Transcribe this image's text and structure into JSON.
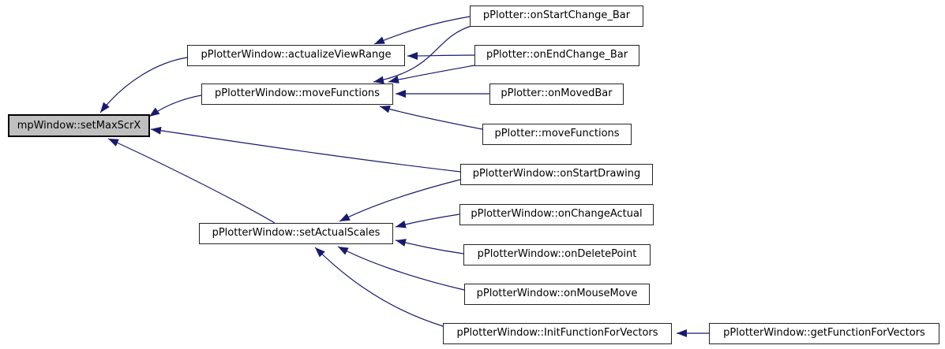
{
  "diagram": {
    "type": "call-graph",
    "description": "Doxygen caller graph for mpWindow::setMaxScrX",
    "colors": {
      "edge": "#191970",
      "node_border": "#242424",
      "node_fill": "#ffffff",
      "highlight_fill": "#bfbfbf",
      "background": "#ffffff"
    },
    "nodes": [
      {
        "id": "setMaxScrX",
        "label": "mpWindow::setMaxScrX",
        "highlighted": true
      },
      {
        "id": "actualizeViewRange",
        "label": "pPlotterWindow::actualizeViewRange",
        "highlighted": false
      },
      {
        "id": "moveFunctions",
        "label": "pPlotterWindow::moveFunctions",
        "highlighted": false
      },
      {
        "id": "onStartChange_Bar",
        "label": "pPlotter::onStartChange_Bar",
        "highlighted": false
      },
      {
        "id": "onEndChange_Bar",
        "label": "pPlotter::onEndChange_Bar",
        "highlighted": false
      },
      {
        "id": "onMovedBar",
        "label": "pPlotter::onMovedBar",
        "highlighted": false
      },
      {
        "id": "pPlotter_moveFunctions",
        "label": "pPlotter::moveFunctions",
        "highlighted": false
      },
      {
        "id": "onStartDrawing",
        "label": "pPlotterWindow::onStartDrawing",
        "highlighted": false
      },
      {
        "id": "setActualScales",
        "label": "pPlotterWindow::setActualScales",
        "highlighted": false
      },
      {
        "id": "onChangeActual",
        "label": "pPlotterWindow::onChangeActual",
        "highlighted": false
      },
      {
        "id": "onDeletePoint",
        "label": "pPlotterWindow::onDeletePoint",
        "highlighted": false
      },
      {
        "id": "onMouseMove",
        "label": "pPlotterWindow::onMouseMove",
        "highlighted": false
      },
      {
        "id": "InitFunctionForVectors",
        "label": "pPlotterWindow::InitFunctionForVectors",
        "highlighted": false
      },
      {
        "id": "getFunctionForVectors",
        "label": "pPlotterWindow::getFunctionForVectors",
        "highlighted": false
      }
    ],
    "edges": [
      {
        "from": "pPlotterWindow::actualizeViewRange",
        "to": "mpWindow::setMaxScrX"
      },
      {
        "from": "pPlotterWindow::moveFunctions",
        "to": "mpWindow::setMaxScrX"
      },
      {
        "from": "pPlotterWindow::onStartDrawing",
        "to": "mpWindow::setMaxScrX"
      },
      {
        "from": "pPlotterWindow::setActualScales",
        "to": "mpWindow::setMaxScrX"
      },
      {
        "from": "pPlotter::onStartChange_Bar",
        "to": "pPlotterWindow::actualizeViewRange"
      },
      {
        "from": "pPlotter::onEndChange_Bar",
        "to": "pPlotterWindow::actualizeViewRange"
      },
      {
        "from": "pPlotter::onStartChange_Bar",
        "to": "pPlotterWindow::moveFunctions"
      },
      {
        "from": "pPlotter::onEndChange_Bar",
        "to": "pPlotterWindow::moveFunctions"
      },
      {
        "from": "pPlotter::onMovedBar",
        "to": "pPlotterWindow::moveFunctions"
      },
      {
        "from": "pPlotter::moveFunctions",
        "to": "pPlotterWindow::moveFunctions"
      },
      {
        "from": "pPlotterWindow::onStartDrawing",
        "to": "pPlotterWindow::setActualScales"
      },
      {
        "from": "pPlotterWindow::onChangeActual",
        "to": "pPlotterWindow::setActualScales"
      },
      {
        "from": "pPlotterWindow::onDeletePoint",
        "to": "pPlotterWindow::setActualScales"
      },
      {
        "from": "pPlotterWindow::onMouseMove",
        "to": "pPlotterWindow::setActualScales"
      },
      {
        "from": "pPlotterWindow::InitFunctionForVectors",
        "to": "pPlotterWindow::setActualScales"
      },
      {
        "from": "pPlotterWindow::getFunctionForVectors",
        "to": "pPlotterWindow::InitFunctionForVectors"
      }
    ]
  }
}
